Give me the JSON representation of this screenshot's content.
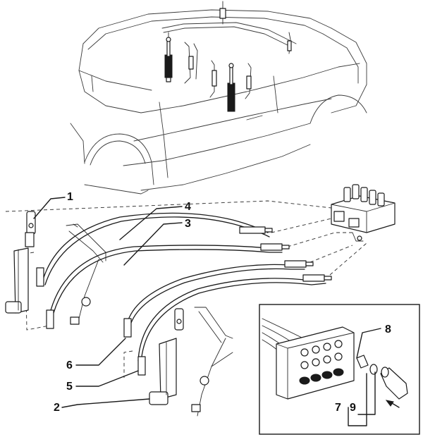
{
  "callouts": [
    {
      "id": "c1",
      "label": "1"
    },
    {
      "id": "c2",
      "label": "2"
    },
    {
      "id": "c3",
      "label": "3"
    },
    {
      "id": "c4",
      "label": "4"
    },
    {
      "id": "c5",
      "label": "5"
    },
    {
      "id": "c6",
      "label": "6"
    },
    {
      "id": "c7",
      "label": "7"
    },
    {
      "id": "c8",
      "label": "8"
    },
    {
      "id": "c9",
      "label": "9"
    }
  ],
  "icons": {
    "car": "convertible-car-outline-icon",
    "pump": "hydraulic-pump-block-icon",
    "cylinder": "hydraulic-cylinder-icon",
    "arrow": "direction-arrow-icon"
  },
  "colors": {
    "line": "#1a1a1a",
    "background": "#ffffff"
  }
}
